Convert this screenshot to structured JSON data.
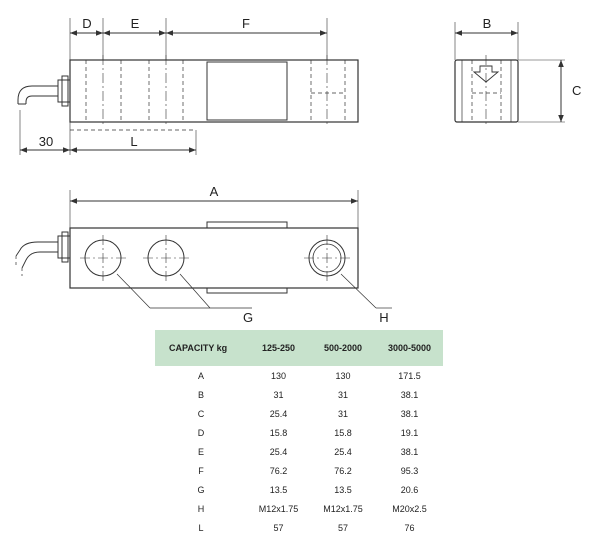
{
  "dimension_labels": {
    "d": "D",
    "e": "E",
    "f": "F",
    "b": "B",
    "c": "C",
    "thirty": "30",
    "l": "L",
    "a": "A",
    "g": "G",
    "h": "H"
  },
  "table": {
    "headers": [
      "CAPACITY kg",
      "125-250",
      "500-2000",
      "3000-5000"
    ],
    "rows": [
      [
        "A",
        "130",
        "130",
        "171.5"
      ],
      [
        "B",
        "31",
        "31",
        "38.1"
      ],
      [
        "C",
        "25.4",
        "31",
        "38.1"
      ],
      [
        "D",
        "15.8",
        "15.8",
        "19.1"
      ],
      [
        "E",
        "25.4",
        "25.4",
        "38.1"
      ],
      [
        "F",
        "76.2",
        "76.2",
        "95.3"
      ],
      [
        "G",
        "13.5",
        "13.5",
        "20.6"
      ],
      [
        "H",
        "M12x1.75",
        "M12x1.75",
        "M20x2.5"
      ],
      [
        "L",
        "57",
        "57",
        "76"
      ]
    ]
  },
  "colors": {
    "header_bg": "#c7e2cc",
    "line": "#333333"
  }
}
